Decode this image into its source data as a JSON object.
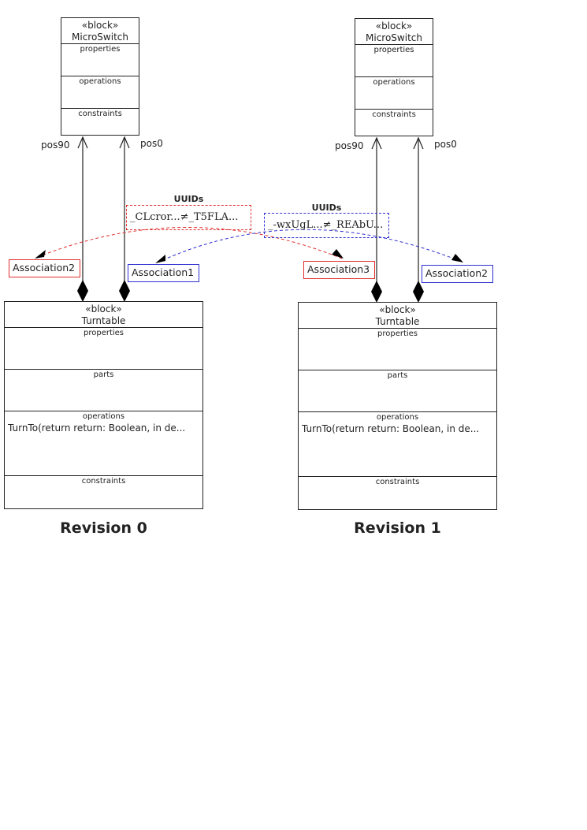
{
  "stereotype": "«block»",
  "revisions": [
    {
      "label": "Revision 0",
      "microswitch": {
        "name": "MicroSwitch",
        "compartments": [
          "properties",
          "operations",
          "constraints"
        ]
      },
      "turntable": {
        "name": "Turntable",
        "properties": "properties",
        "parts": "parts",
        "operations": "operations",
        "operation_item": "TurnTo(return return: Boolean, in de...",
        "constraints": "constraints"
      },
      "roles": {
        "left": "pos90",
        "right": "pos0"
      },
      "associations": [
        {
          "label": "Association2",
          "color": "#e03030"
        },
        {
          "label": "Association1",
          "color": "#3030d0"
        }
      ],
      "uuids": {
        "title": "UUIDs",
        "value": "_CLcror...≠_T5FLA...",
        "color": "#e03030"
      }
    },
    {
      "label": "Revision 1",
      "microswitch": {
        "name": "MicroSwitch",
        "compartments": [
          "properties",
          "operations",
          "constraints"
        ]
      },
      "turntable": {
        "name": "Turntable",
        "properties": "properties",
        "parts": "parts",
        "operations": "operations",
        "operation_item": "TurnTo(return return: Boolean, in de...",
        "constraints": "constraints"
      },
      "roles": {
        "left": "pos90",
        "right": "pos0"
      },
      "associations": [
        {
          "label": "Association3",
          "color": "#e03030"
        },
        {
          "label": "Association2",
          "color": "#3030d0"
        }
      ],
      "uuids": {
        "title": "UUIDs",
        "value": "_-wxUgL...≠_REAbU...",
        "color": "#3030d0"
      }
    }
  ]
}
